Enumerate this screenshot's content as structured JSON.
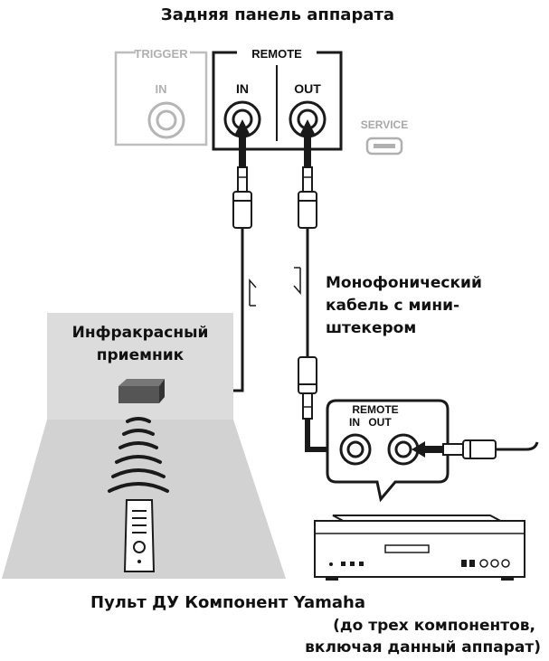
{
  "title": "Задняя панель аппарата",
  "panel": {
    "trigger_group": "TRIGGER",
    "trigger_in": "IN",
    "remote_group": "REMOTE",
    "remote_in": "IN",
    "remote_out": "OUT",
    "service": "SERVICE"
  },
  "cable_label": [
    "Монофонический",
    "кабель с мини-",
    "штекером"
  ],
  "ir_receiver_label": [
    "Инфракрасный",
    "приемник"
  ],
  "component": {
    "remote_label": "REMOTE",
    "in_label": "IN",
    "out_label": "OUT"
  },
  "footer": {
    "line1": "Пульт ДУ Компонент Yamaha",
    "line2": "(до трех компонентов,",
    "line3": "включая данный аппарат)"
  },
  "colors": {
    "wire": "#1a1a1a",
    "gray_panel": "#c9c9c9",
    "light_panel": "#e4e4e4",
    "floor": "#d8d8d8",
    "dim_text": "#a8a8a8"
  }
}
